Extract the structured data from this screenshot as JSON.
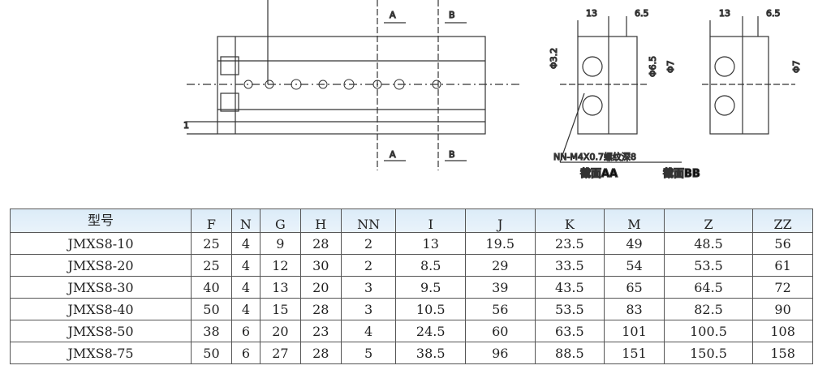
{
  "drawing": {
    "section_marks": [
      "A",
      "B",
      "A",
      "B"
    ],
    "side_dim": "1",
    "dims": {
      "width1": "13",
      "width2": "6.5",
      "dia1": "Φ3.2",
      "dia2": "Φ6.5",
      "dia3": "Φ7",
      "dia4": "Φ7",
      "width3": "13",
      "width4": "6.5"
    },
    "thread_note": "NN-M4X0.7螺纹深8",
    "section_aa": "截面AA",
    "section_bb": "截面BB"
  },
  "table": {
    "headers": [
      "型号",
      "F",
      "N",
      "G",
      "H",
      "NN",
      "I",
      "J",
      "K",
      "M",
      "Z",
      "ZZ"
    ],
    "rows": [
      [
        "JMXS8-10",
        "25",
        "4",
        "9",
        "28",
        "2",
        "13",
        "19.5",
        "23.5",
        "49",
        "48.5",
        "56"
      ],
      [
        "JMXS8-20",
        "25",
        "4",
        "12",
        "30",
        "2",
        "8.5",
        "29",
        "33.5",
        "54",
        "53.5",
        "61"
      ],
      [
        "JMXS8-30",
        "40",
        "4",
        "13",
        "20",
        "3",
        "9.5",
        "39",
        "43.5",
        "65",
        "64.5",
        "72"
      ],
      [
        "JMXS8-40",
        "50",
        "4",
        "15",
        "28",
        "3",
        "10.5",
        "56",
        "53.5",
        "83",
        "82.5",
        "90"
      ],
      [
        "JMXS8-50",
        "38",
        "6",
        "20",
        "23",
        "4",
        "24.5",
        "60",
        "63.5",
        "101",
        "100.5",
        "108"
      ],
      [
        "JMXS8-75",
        "50",
        "6",
        "27",
        "28",
        "5",
        "38.5",
        "96",
        "88.5",
        "151",
        "150.5",
        "158"
      ]
    ]
  }
}
